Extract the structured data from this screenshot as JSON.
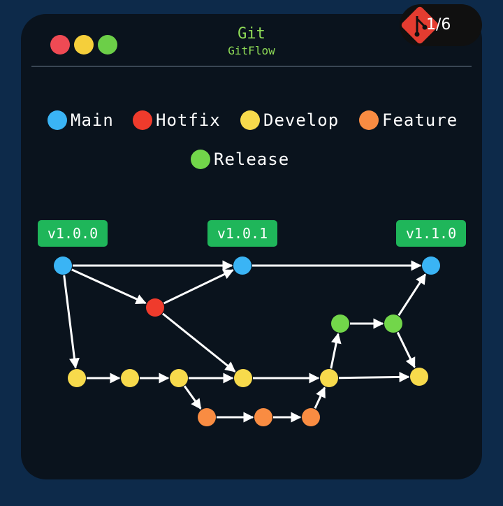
{
  "window": {
    "title": "Git",
    "subtitle": "GitFlow",
    "traffic_lights": [
      "#ef4a54",
      "#f5cf3b",
      "#6ccf48"
    ]
  },
  "pager": {
    "label": "1/6",
    "icon": "git-logo-icon",
    "icon_color": "#e43c30"
  },
  "legend": [
    {
      "label": "Main",
      "color": "#3ab4f5"
    },
    {
      "label": "Hotfix",
      "color": "#ef3b2c"
    },
    {
      "label": "Develop",
      "color": "#f7da4c"
    },
    {
      "label": "Feature",
      "color": "#f98c42"
    },
    {
      "label": "Release",
      "color": "#72d64a"
    }
  ],
  "diagram": {
    "tags": [
      "v1.0.0",
      "v1.0.1",
      "v1.1.0"
    ],
    "tag_color": "#1fb65a",
    "edge_color": "#ffffff",
    "commits": [
      {
        "id": "m1",
        "branch": "Main"
      },
      {
        "id": "m2",
        "branch": "Main"
      },
      {
        "id": "m3",
        "branch": "Main"
      },
      {
        "id": "h1",
        "branch": "Hotfix"
      },
      {
        "id": "d1",
        "branch": "Develop"
      },
      {
        "id": "d2",
        "branch": "Develop"
      },
      {
        "id": "d3",
        "branch": "Develop"
      },
      {
        "id": "d4",
        "branch": "Develop"
      },
      {
        "id": "d5",
        "branch": "Develop"
      },
      {
        "id": "d6",
        "branch": "Develop"
      },
      {
        "id": "f1",
        "branch": "Feature"
      },
      {
        "id": "f2",
        "branch": "Feature"
      },
      {
        "id": "f3",
        "branch": "Feature"
      },
      {
        "id": "r1",
        "branch": "Release"
      },
      {
        "id": "r2",
        "branch": "Release"
      }
    ],
    "edges": [
      [
        "m1",
        "m2"
      ],
      [
        "m2",
        "m3"
      ],
      [
        "m1",
        "h1"
      ],
      [
        "h1",
        "m2"
      ],
      [
        "h1",
        "d4"
      ],
      [
        "m1",
        "d1"
      ],
      [
        "d1",
        "d2"
      ],
      [
        "d2",
        "d3"
      ],
      [
        "d3",
        "d4"
      ],
      [
        "d4",
        "d5"
      ],
      [
        "d5",
        "d6"
      ],
      [
        "d3",
        "f1"
      ],
      [
        "f1",
        "f2"
      ],
      [
        "f2",
        "f3"
      ],
      [
        "f3",
        "d5"
      ],
      [
        "d5",
        "r1"
      ],
      [
        "r1",
        "r2"
      ],
      [
        "r2",
        "m3"
      ],
      [
        "r2",
        "d6"
      ]
    ]
  }
}
